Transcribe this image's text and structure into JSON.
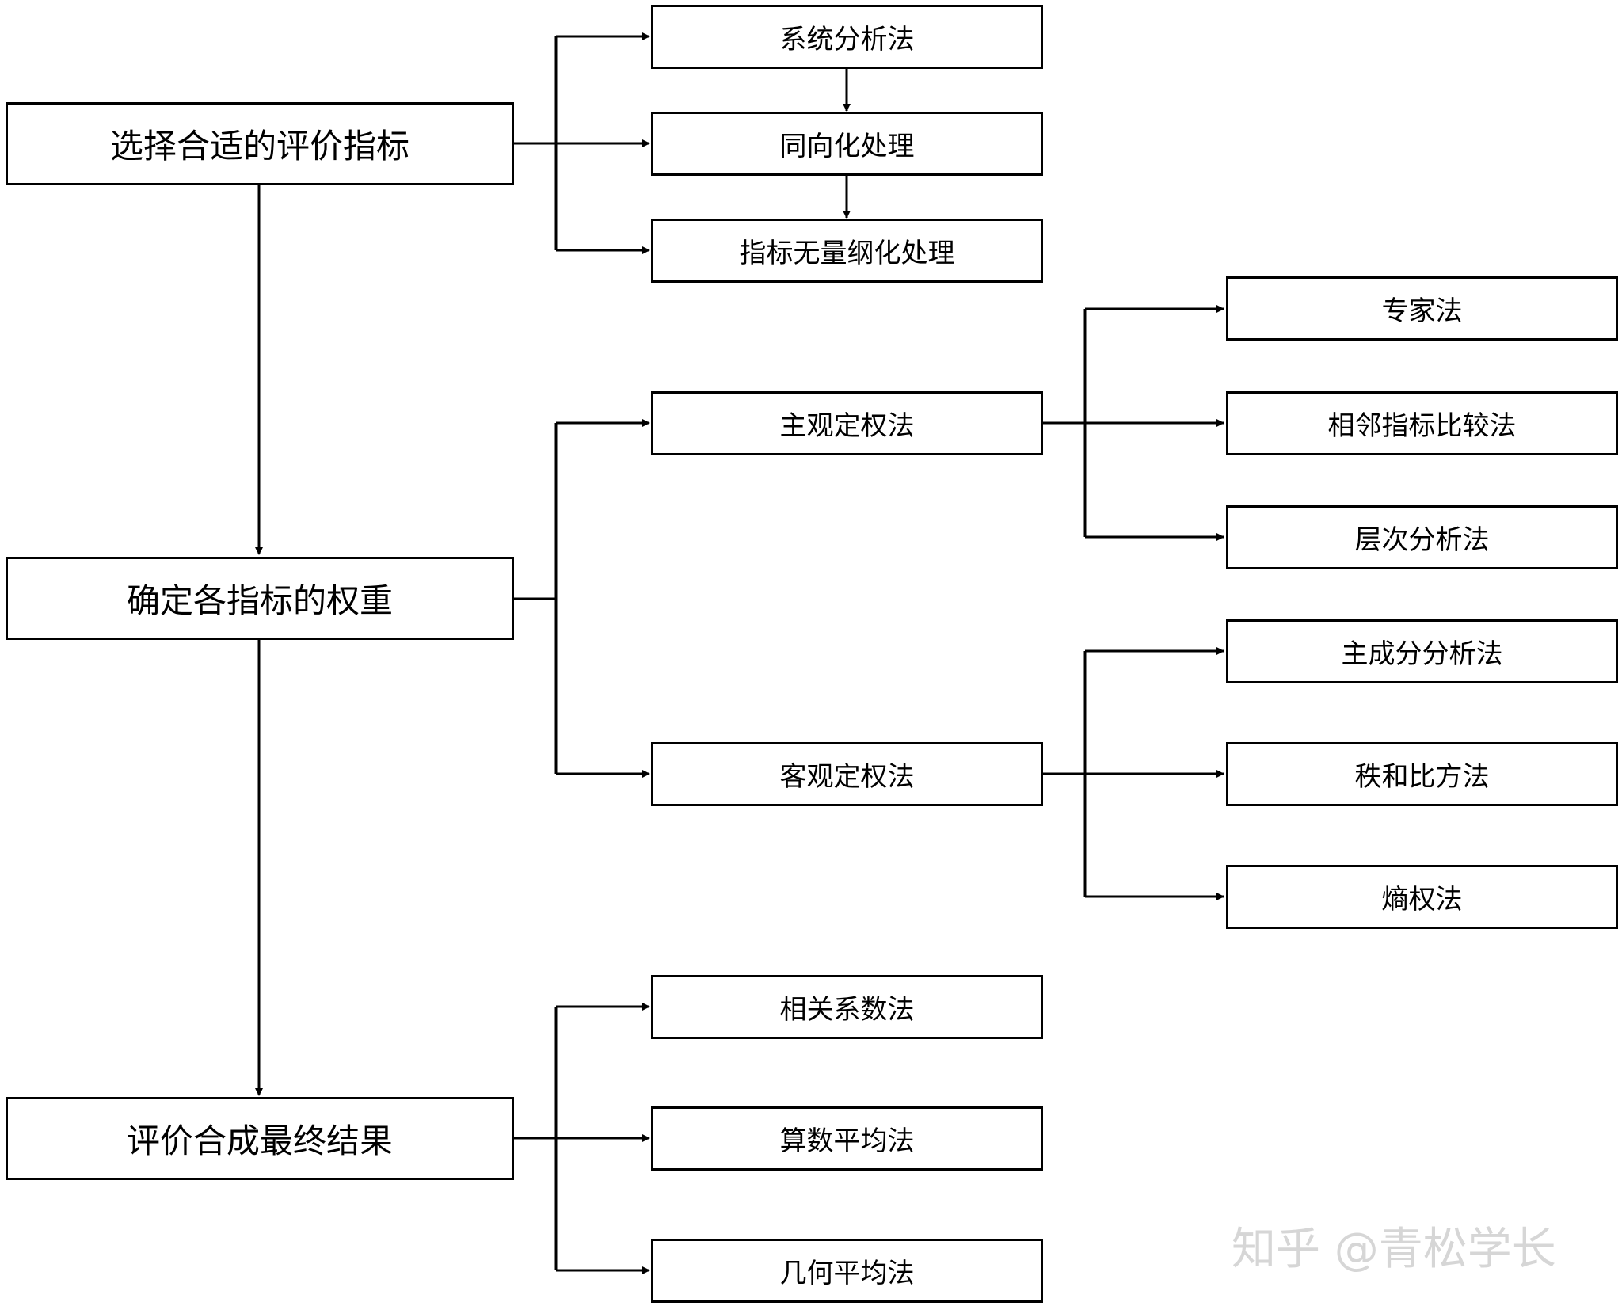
{
  "steps": {
    "step1": "选择合适的评价指标",
    "step2": "确定各指标的权重",
    "step3": "评价合成最终结果"
  },
  "indicator_methods": {
    "a": "系统分析法",
    "b": "同向化处理",
    "c": "指标无量纲化处理"
  },
  "weight_types": {
    "subjective": "主观定权法",
    "objective": "客观定权法"
  },
  "subjective_methods": {
    "a": "专家法",
    "b": "相邻指标比较法",
    "c": "层次分析法"
  },
  "objective_methods": {
    "a": "主成分分析法",
    "b": "秩和比方法",
    "c": "熵权法"
  },
  "synthesis_methods": {
    "a": "相关系数法",
    "b": "算数平均法",
    "c": "几何平均法"
  },
  "watermark": "知乎 @青松学长"
}
